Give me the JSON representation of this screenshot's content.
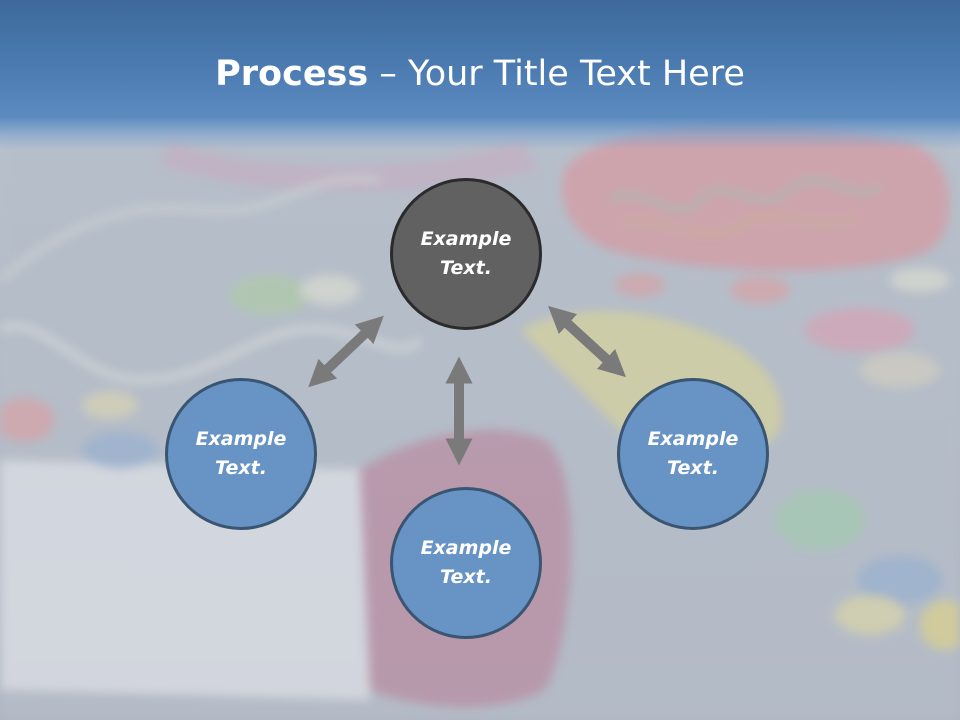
{
  "slide": {
    "title_strong": "Process",
    "title_rest": " – Your Title Text Here"
  },
  "diagram": {
    "nodes": [
      {
        "label": "Example Text.",
        "color": "#616161"
      },
      {
        "label": "Example Text.",
        "color": "#6793c5"
      },
      {
        "label": "Example Text.",
        "color": "#6793c5"
      },
      {
        "label": "Example Text.",
        "color": "#6793c5"
      }
    ],
    "connector_color": "#7a7a7a",
    "connector_style": "double-headed arrow"
  },
  "theme": {
    "title_bar": "#4b7bb1",
    "title_text": "#ffffff"
  }
}
